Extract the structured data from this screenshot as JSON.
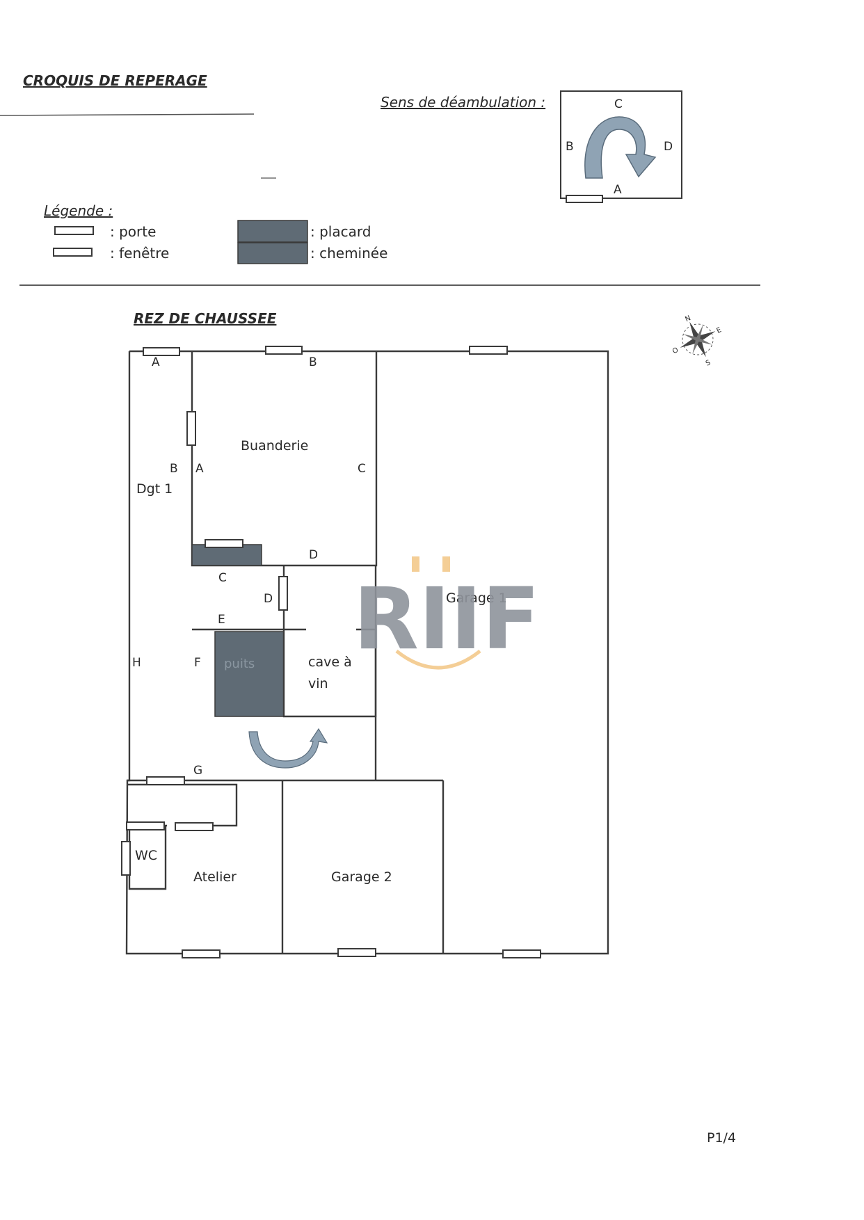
{
  "header": {
    "title": "CROQUIS DE REPERAGE",
    "direction_label": "Sens de déambulation :"
  },
  "direction_box": {
    "top": "C",
    "left": "B",
    "right": "D",
    "bottom": "A"
  },
  "legend": {
    "title": "Légende :",
    "items": [
      {
        "label": ": porte"
      },
      {
        "label": ": fenêtre"
      },
      {
        "label": ": placard"
      },
      {
        "label": ": cheminée"
      }
    ]
  },
  "floor": {
    "title": "REZ DE CHAUSSEE"
  },
  "compass": {
    "letters": [
      "N",
      "E",
      "S",
      "O"
    ]
  },
  "rooms": {
    "buanderie": "Buanderie",
    "dgt": "Dgt 1",
    "garage1": "Garage 1",
    "cave_line1": "cave à",
    "cave_line2": "vin",
    "puits": "puits",
    "wc": "WC",
    "atelier": "Atelier",
    "garage2": "Garage 2"
  },
  "wall_letters": {
    "dgt_a": "A",
    "buanderie_b": "B",
    "dgt_b": "B",
    "buanderie_a": "A",
    "buanderie_c": "C",
    "buanderie_d": "D",
    "dgt_c": "C",
    "dgt_d": "D",
    "dgt_e": "E",
    "dgt_h": "H",
    "dgt_f": "F",
    "dgt_g": "G"
  },
  "watermark": {
    "text": "RIIF",
    "color": "#8f949c",
    "accent": "#f3c98b"
  },
  "colors": {
    "dark_fill": "#5f6b75",
    "arrow_fill": "#8fa3b4"
  },
  "footer": {
    "page": "P1/4"
  }
}
